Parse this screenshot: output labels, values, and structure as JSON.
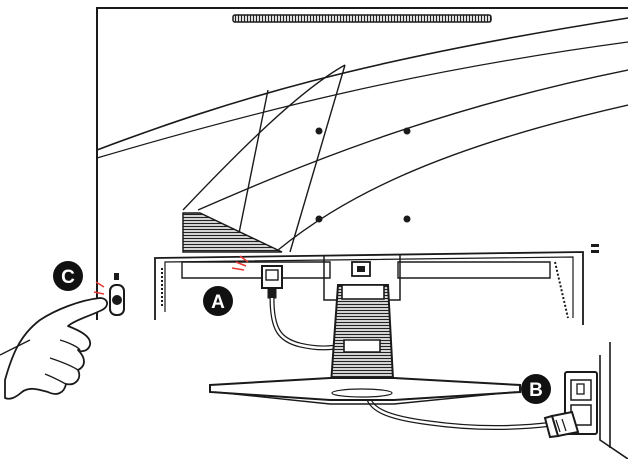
{
  "diagram": {
    "callouts": [
      {
        "id": "A",
        "label": "A"
      },
      {
        "id": "B",
        "label": "B"
      },
      {
        "id": "C",
        "label": "C"
      }
    ],
    "colors": {
      "line": "#1a1a1a",
      "fill_dark": "#1a1a1a",
      "hatch": "#2b2b2b",
      "highlight_red": "#e53935",
      "background": "#ffffff"
    },
    "icons": [
      "monitor-back",
      "power-cable",
      "wall-outlet",
      "power-button",
      "pointing-hand",
      "monitor-stand"
    ]
  }
}
